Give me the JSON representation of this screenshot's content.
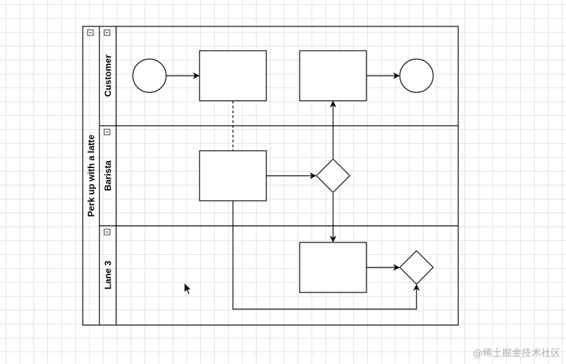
{
  "pool": {
    "title": "Perk up with a latte"
  },
  "lanes": [
    {
      "label": "Customer"
    },
    {
      "label": "Barista"
    },
    {
      "label": "Lane 3"
    }
  ],
  "watermark": "@稀土掘金技术社区"
}
